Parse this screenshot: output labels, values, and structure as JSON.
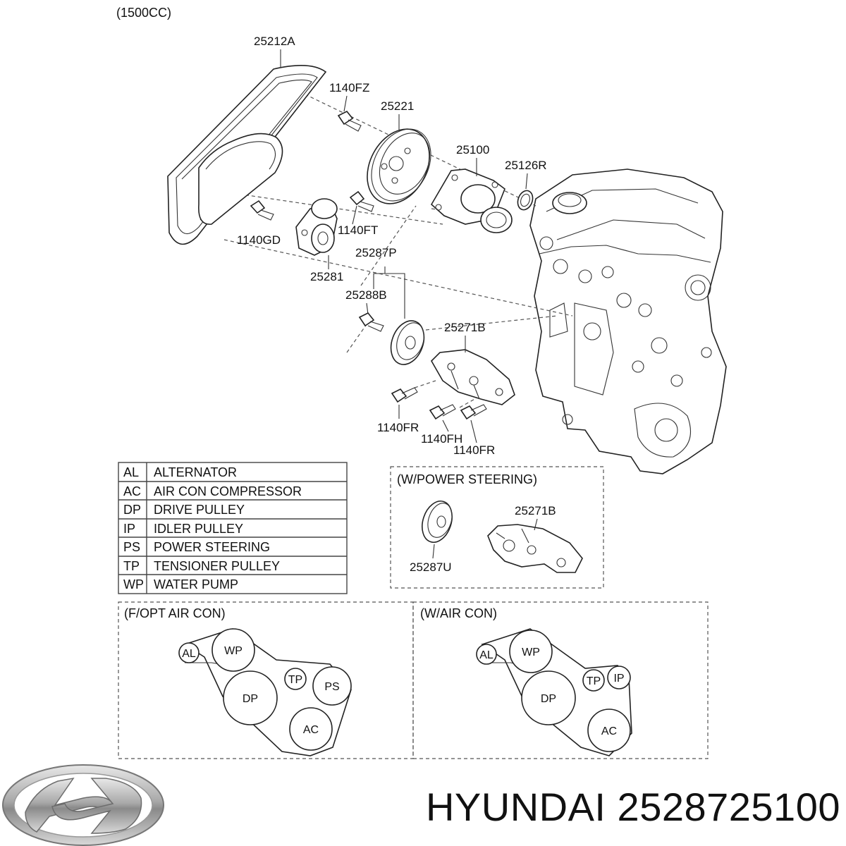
{
  "header": {
    "engine": "(1500CC)"
  },
  "parts": {
    "belt": "25212A",
    "bolt_fz": "1140FZ",
    "pulley_wp": "25221",
    "water_pump": "25100",
    "gasket": "25126R",
    "bolt_ft": "1140FT",
    "bolt_gd": "1140GD",
    "tensioner": "25281",
    "idler_assy": "25287P",
    "bolt_idler": "25288B",
    "bracket": "25271B",
    "bolt_fr1": "1140FR",
    "bolt_fh": "1140FH",
    "bolt_fr2": "1140FR"
  },
  "legend": [
    {
      "code": "AL",
      "name": "ALTERNATOR"
    },
    {
      "code": "AC",
      "name": "AIR CON COMPRESSOR"
    },
    {
      "code": "DP",
      "name": "DRIVE PULLEY"
    },
    {
      "code": "IP",
      "name": "IDLER PULLEY"
    },
    {
      "code": "PS",
      "name": "POWER STEERING"
    },
    {
      "code": "TP",
      "name": "TENSIONER PULLEY"
    },
    {
      "code": "WP",
      "name": "WATER PUMP"
    }
  ],
  "power_steering_box": {
    "title": "(W/POWER STEERING)",
    "bracket": "25271B",
    "pulley": "25287U"
  },
  "layout_opt": {
    "title": "(F/OPT AIR CON)",
    "pulleys": {
      "al": "AL",
      "wp": "WP",
      "dp": "DP",
      "tp": "TP",
      "ps": "PS",
      "ac": "AC"
    }
  },
  "layout_ac": {
    "title": "(W/AIR CON)",
    "pulleys": {
      "al": "AL",
      "wp": "WP",
      "dp": "DP",
      "tp": "TP",
      "ip": "IP",
      "ac": "AC"
    }
  },
  "brand": {
    "name": "HYUNDAI",
    "part_number": "2528725100"
  }
}
